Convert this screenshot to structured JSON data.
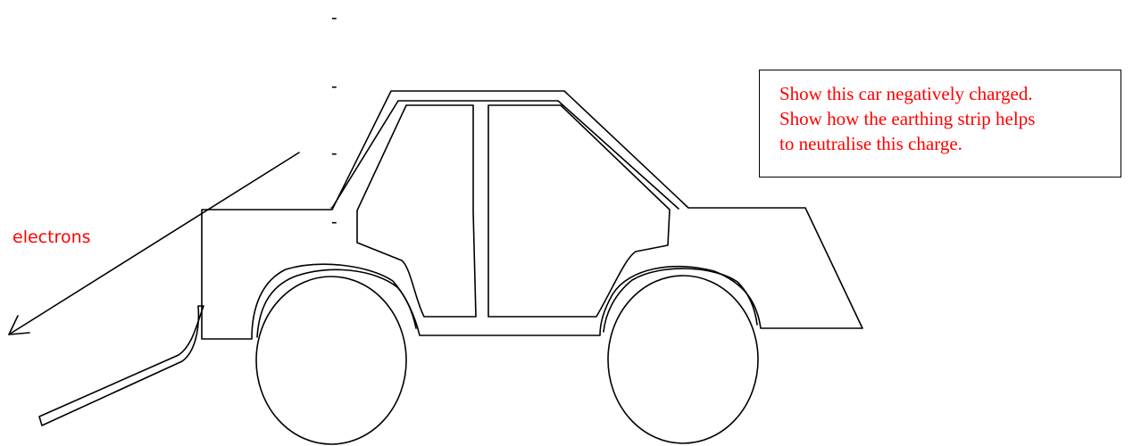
{
  "diagram": {
    "charges": [
      "-",
      "-",
      "-",
      "-"
    ],
    "arrow_label": "electrons",
    "instruction_lines": [
      "Show this car negatively charged.",
      "Show how the earthing strip helps",
      "to neutralise this charge."
    ]
  },
  "colors": {
    "label": "#ff0000",
    "line": "#000000"
  }
}
